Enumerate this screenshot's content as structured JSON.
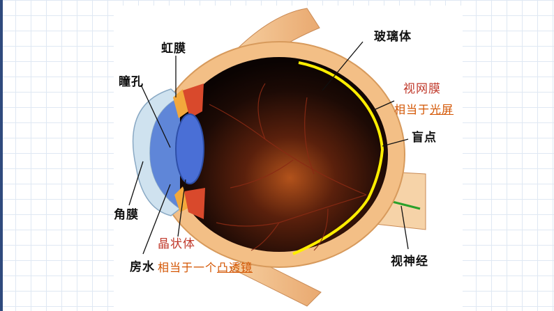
{
  "labels": {
    "vitreous": "玻璃体",
    "iris": "虹膜",
    "pupil": "瞳孔",
    "retina": "视网膜",
    "retina_note_a": "相当于",
    "retina_note_b": "光屏",
    "blind_spot": "盲点",
    "cornea": "角膜",
    "lens": "晶状体",
    "aqueous": "房水",
    "lens_note_a": "相当于一个",
    "lens_note_b": "凸透镜",
    "optic_nerve": "视神经"
  },
  "colors": {
    "sclera": "#f3bf86",
    "retina_line": "#ffee00",
    "lens": "#4a6fd6",
    "label_red": "#c0392b",
    "label_orange": "#d35400"
  }
}
